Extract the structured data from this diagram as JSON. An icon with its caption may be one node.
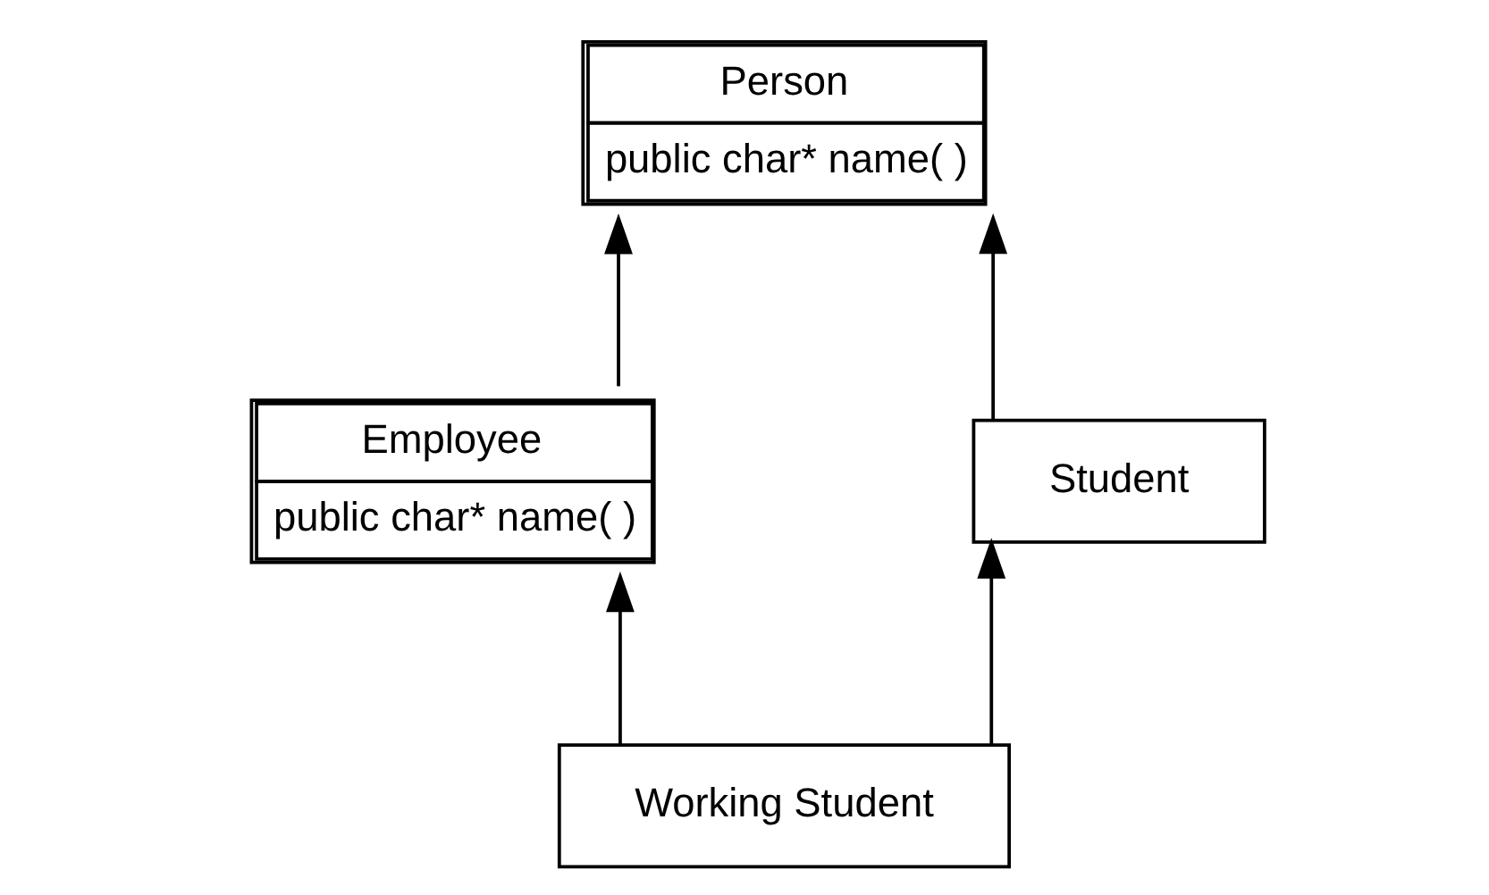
{
  "diagram": {
    "nodes": [
      {
        "text": [
          "Person",
          "public char* name( )"
        ]
      },
      {
        "text": [
          "Employee",
          "public char* name( )"
        ]
      },
      {
        "text": [
          "Student"
        ]
      },
      {
        "text": [
          "Working Student"
        ]
      }
    ],
    "edges": [
      {
        "from": 1,
        "to": 0,
        "arrow": "to"
      },
      {
        "from": 2,
        "to": 0,
        "arrow": "to"
      },
      {
        "from": 3,
        "to": 1,
        "arrow": "to"
      },
      {
        "from": 3,
        "to": 2,
        "arrow": "to"
      }
    ]
  }
}
